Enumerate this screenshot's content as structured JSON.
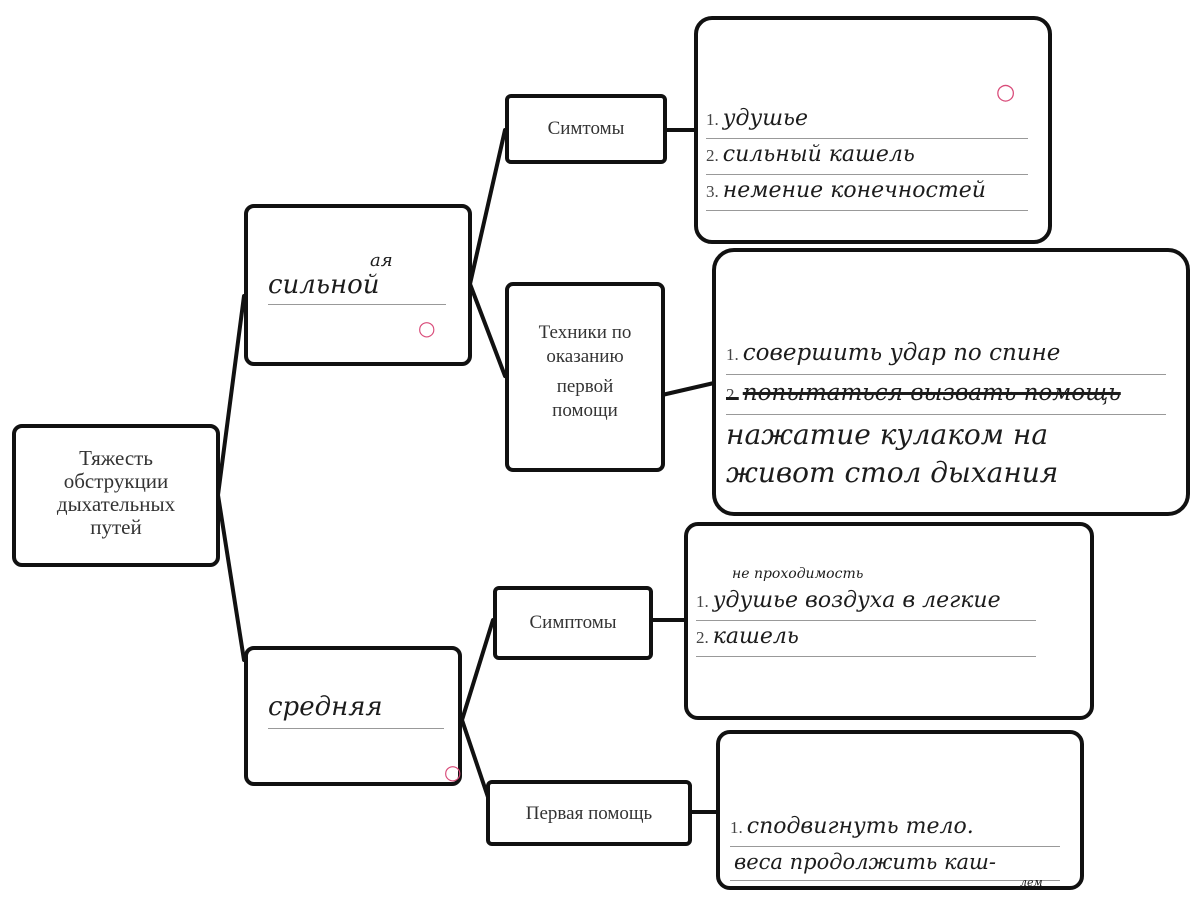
{
  "root": {
    "label": "Тяжесть обструкции дыхательных путей"
  },
  "severe": {
    "label": "сильной",
    "correction": "ая",
    "symptoms": {
      "label": "Симтомы",
      "items": [
        {
          "num": "1.",
          "text": "удушье"
        },
        {
          "num": "2.",
          "text": "сильный кашель"
        },
        {
          "num": "3.",
          "text": "немение конечностей"
        }
      ]
    },
    "techniques": {
      "label_line1": "Техники по",
      "label_line2": "оказанию",
      "label_line3": "первой",
      "label_line4": "помощи",
      "items": [
        {
          "num": "1.",
          "text": "совершить удар по спине"
        },
        {
          "num": "2.",
          "text": "попытаться вызвать помощь"
        },
        {
          "num": "",
          "text": "нажатие кулаком на"
        },
        {
          "num": "",
          "text": "живот стол дыхания"
        }
      ]
    }
  },
  "moderate": {
    "label": "средняя",
    "symptoms": {
      "label": "Симптомы",
      "note": "не проходимость",
      "items": [
        {
          "num": "1.",
          "text": "удушье воздуха в легкие"
        },
        {
          "num": "2.",
          "text": "кашель"
        }
      ]
    },
    "first_aid": {
      "label": "Первая помощь",
      "items": [
        {
          "num": "1.",
          "text": "сподвигнуть тело."
        },
        {
          "num": "",
          "text": "веса продолжить каш-"
        }
      ],
      "note": "лем"
    }
  }
}
